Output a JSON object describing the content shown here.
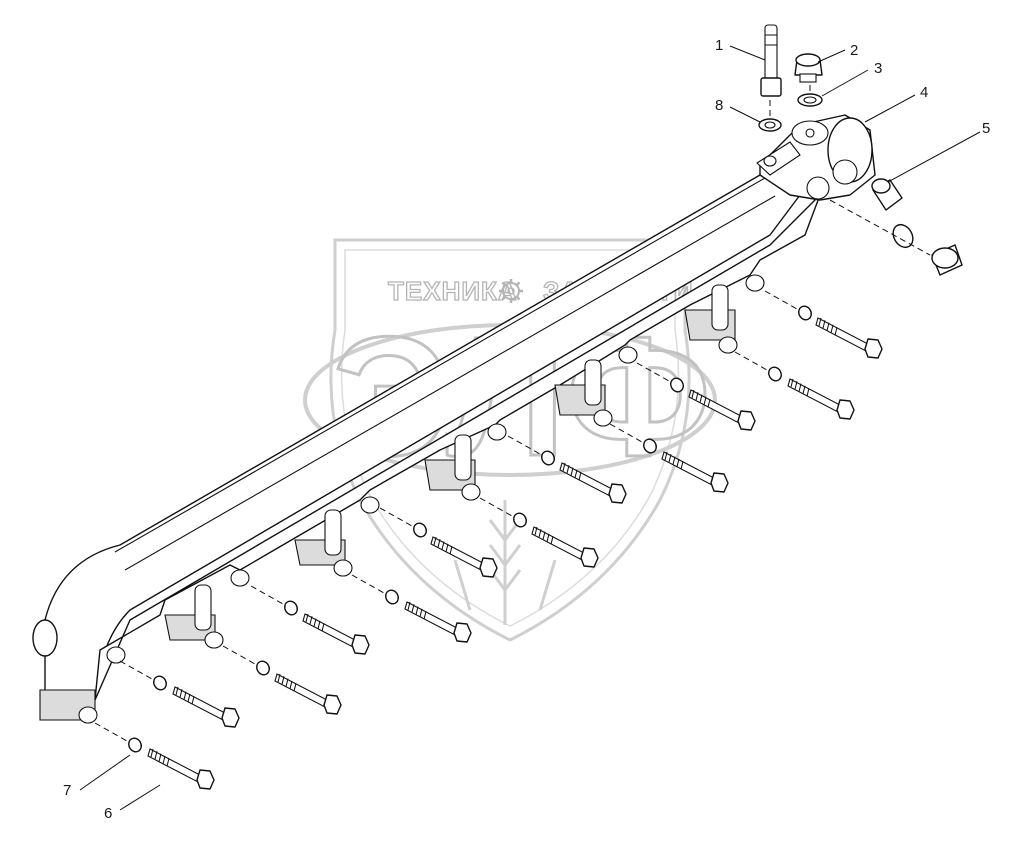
{
  "watermark": {
    "top_text_left": "ТЕХНИКА",
    "top_text_right": "ЗАПЧАСТИ",
    "gear_icon": "gear-icon",
    "big_text": "ЭЛФ"
  },
  "callouts": [
    {
      "id": "c1",
      "label": "1"
    },
    {
      "id": "c2",
      "label": "2"
    },
    {
      "id": "c3",
      "label": "3"
    },
    {
      "id": "c4",
      "label": "4"
    },
    {
      "id": "c5",
      "label": "5"
    },
    {
      "id": "c6",
      "label": "6"
    },
    {
      "id": "c7",
      "label": "7"
    },
    {
      "id": "c8",
      "label": "8"
    }
  ]
}
